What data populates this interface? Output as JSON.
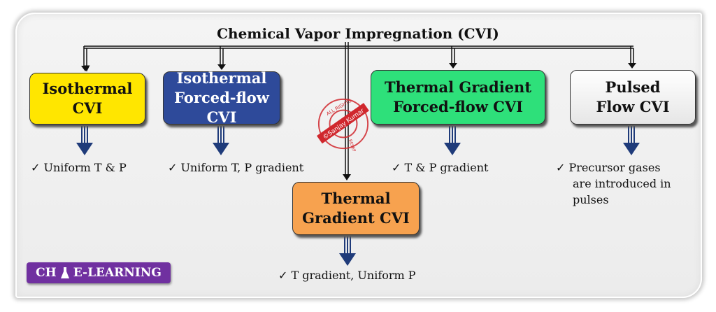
{
  "title": "Chemical Vapor Impregnation (CVI)",
  "boxes": {
    "isothermal": {
      "l1": "Isothermal",
      "l2": "CVI",
      "color": "#ffe600"
    },
    "isothermal_ff": {
      "l1": "Isothermal",
      "l2": "Forced-flow CVI",
      "color": "#2e4a9a"
    },
    "tg_ff": {
      "l1": "Thermal Gradient",
      "l2": "Forced-flow CVI",
      "color": "#2ee07a"
    },
    "pulsed": {
      "l1": "Pulsed",
      "l2": "Flow CVI",
      "color": "#ffffff"
    },
    "tg": {
      "l1": "Thermal",
      "l2": "Gradient CVI",
      "color": "#f7a24f"
    }
  },
  "bullets": {
    "isothermal": "✓  Uniform T & P",
    "isothermal_ff": "✓  Uniform T, P gradient",
    "tg_ff": "✓  T & P gradient",
    "pulsed_1": "✓  Precursor gases",
    "pulsed_2": "are introduced in",
    "pulsed_3": "pulses",
    "tg": "✓  T gradient, Uniform P"
  },
  "stamp": {
    "top": "ALL RIGHTS",
    "band": "©Sanjay Kumar",
    "bottom": "RESERVED"
  },
  "logo": {
    "left": "CH",
    "right": "E-LEARNING"
  }
}
